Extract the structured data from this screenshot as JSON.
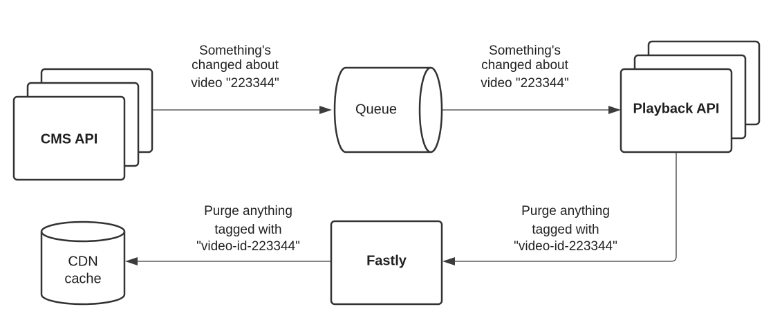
{
  "nodes": {
    "cms_api": {
      "label": "CMS API"
    },
    "queue": {
      "label": "Queue"
    },
    "playback_api": {
      "label": "Playback API"
    },
    "fastly": {
      "label": "Fastly"
    },
    "cdn_cache": {
      "line1": "CDN",
      "line2": "cache"
    }
  },
  "edges": {
    "cms_to_queue": {
      "line1": "Something's",
      "line2": "changed about",
      "line3": "video \"223344\""
    },
    "queue_to_playback": {
      "line1": "Something's",
      "line2": "changed about",
      "line3": "video \"223344\""
    },
    "playback_to_fastly": {
      "line1": "Purge anything",
      "line2": "tagged with",
      "line3": "\"video-id-223344\""
    },
    "fastly_to_cdn": {
      "line1": "Purge anything",
      "line2": "tagged with",
      "line3": "\"video-id-223344\""
    }
  }
}
